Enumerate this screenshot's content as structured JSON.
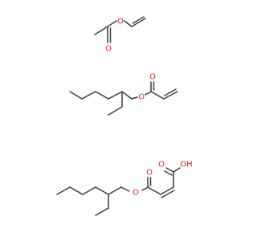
{
  "molecules": [
    {
      "name": "vinyl-acetate",
      "atoms": {
        "o1": "O",
        "o2": "O"
      }
    },
    {
      "name": "2-ethylhexyl-acrylate",
      "atoms": {
        "o1": "O",
        "o2": "O"
      }
    },
    {
      "name": "mono-2-ethylhexyl-maleate",
      "atoms": {
        "o1": "O",
        "o2": "O",
        "o3": "O",
        "o4": "OH"
      }
    }
  ],
  "colors": {
    "bond": "#3c3c3c",
    "oxygen": "#e8231e",
    "background": "#ffffff"
  }
}
